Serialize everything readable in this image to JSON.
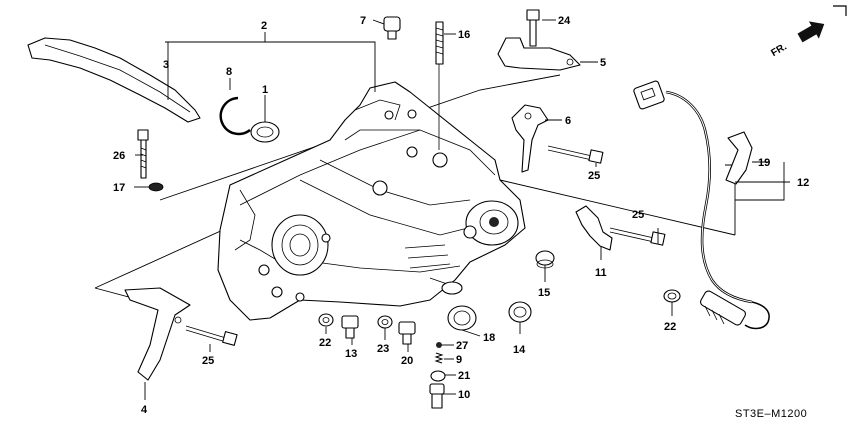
{
  "diagram": {
    "code": "ST3E–M1200",
    "direction_label": "FR.",
    "icons": [
      "corner-bracket-icon",
      "front-direction-arrow-icon"
    ],
    "callouts": [
      {
        "id": "1",
        "text": "1"
      },
      {
        "id": "2",
        "text": "2"
      },
      {
        "id": "3",
        "text": "3"
      },
      {
        "id": "4",
        "text": "4"
      },
      {
        "id": "5",
        "text": "5"
      },
      {
        "id": "6",
        "text": "6"
      },
      {
        "id": "7",
        "text": "7"
      },
      {
        "id": "8",
        "text": "8"
      },
      {
        "id": "9",
        "text": "9"
      },
      {
        "id": "10",
        "text": "10"
      },
      {
        "id": "11",
        "text": "11"
      },
      {
        "id": "12",
        "text": "12"
      },
      {
        "id": "13",
        "text": "13"
      },
      {
        "id": "14",
        "text": "14"
      },
      {
        "id": "15",
        "text": "15"
      },
      {
        "id": "16",
        "text": "16"
      },
      {
        "id": "17",
        "text": "17"
      },
      {
        "id": "18",
        "text": "18"
      },
      {
        "id": "19",
        "text": "19"
      },
      {
        "id": "20",
        "text": "20"
      },
      {
        "id": "21",
        "text": "21"
      },
      {
        "id": "22a",
        "text": "22"
      },
      {
        "id": "22b",
        "text": "22"
      },
      {
        "id": "22c",
        "text": "22"
      },
      {
        "id": "23",
        "text": "23"
      },
      {
        "id": "24",
        "text": "24"
      },
      {
        "id": "25a",
        "text": "25"
      },
      {
        "id": "25b",
        "text": "25"
      },
      {
        "id": "25c",
        "text": "25"
      },
      {
        "id": "25d",
        "text": "25"
      },
      {
        "id": "26",
        "text": "26"
      },
      {
        "id": "27",
        "text": "27"
      }
    ]
  }
}
